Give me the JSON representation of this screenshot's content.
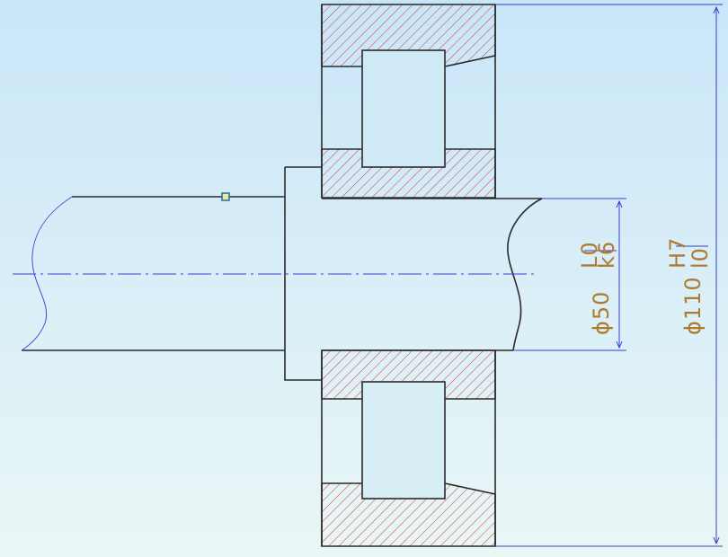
{
  "drawing": {
    "bore_fit": {
      "diameter": "ϕ50",
      "hole_tolerance": "L0",
      "shaft_tolerance": "k6"
    },
    "outer_fit": {
      "diameter": "ϕ110",
      "hole_tolerance": "H7",
      "shaft_tolerance": "l0"
    }
  },
  "colors": {
    "outline": "#2a2a2a",
    "hatch": "#d23a3a",
    "dimension": "#3c3cd0",
    "text": "#b07a2e",
    "centerline": "#3c3cd0"
  }
}
